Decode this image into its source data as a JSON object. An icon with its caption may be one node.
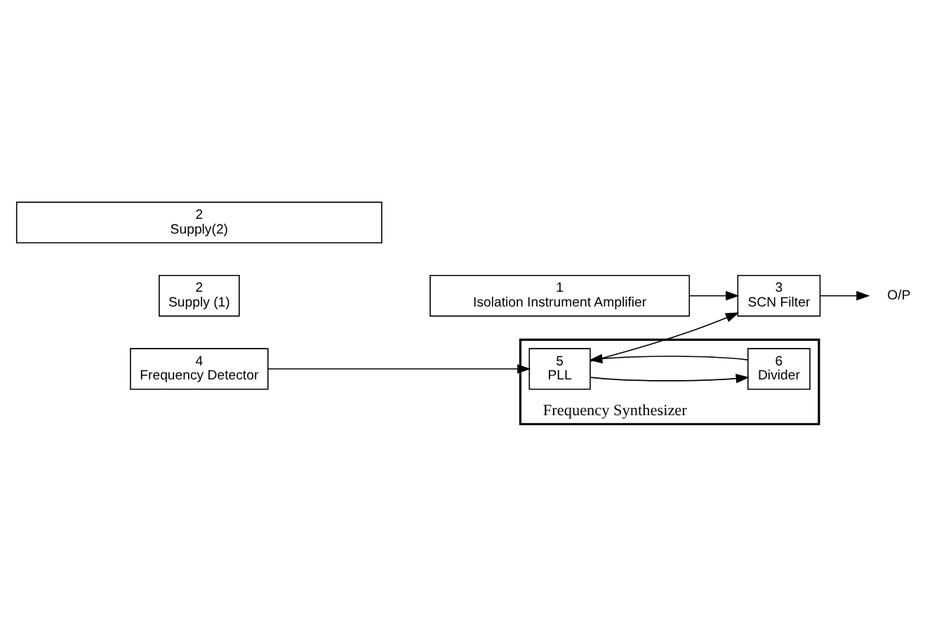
{
  "diagram": {
    "nodes": [
      {
        "text": [
          "1",
          "Isolation Instrument Amplifier"
        ]
      },
      {
        "text": [
          "3",
          "SCN Filter"
        ]
      },
      {
        "text": [
          "O/P"
        ]
      },
      {
        "text": [
          "4",
          "Frequency Detector"
        ]
      },
      {
        "text": [
          "Frequency Synthesizer"
        ]
      },
      {
        "text": [
          "5",
          "PLL"
        ],
        "in": 4
      },
      {
        "text": [
          "6",
          "Divider"
        ],
        "in": 4
      },
      {
        "text": [
          "2",
          "Supply (1)"
        ]
      },
      {
        "text": [
          "2",
          "Supply(2)"
        ]
      }
    ],
    "edges": [
      {
        "from": 0,
        "to": 1,
        "arrow": "to"
      },
      {
        "from": 1,
        "to": 2,
        "arrow": "to"
      },
      {
        "from": 3,
        "to": 5,
        "arrow": "to"
      },
      {
        "from": 5,
        "to": 1,
        "arrow": "to"
      },
      {
        "from": 5,
        "to": 6,
        "arrow": "to"
      },
      {
        "from": 6,
        "to": 5,
        "arrow": "to"
      }
    ]
  }
}
